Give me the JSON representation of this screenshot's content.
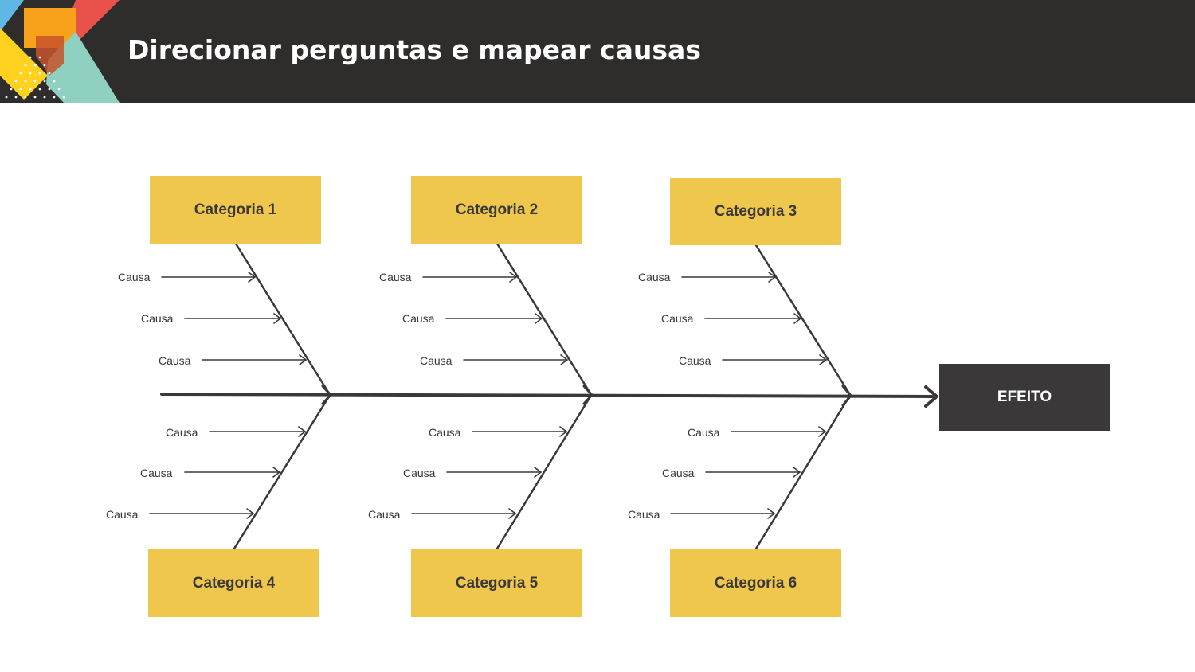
{
  "header": {
    "title": "Direcionar perguntas e mapear causas",
    "bg_color": "#2e2d2c"
  },
  "diagram": {
    "type": "fishbone",
    "accent_color": "#efc74c",
    "line_color": "#3a3838",
    "effect": "EFEITO",
    "categories": [
      {
        "label": "Categoria 1",
        "causes": [
          "Causa",
          "Causa",
          "Causa"
        ]
      },
      {
        "label": "Categoria 2",
        "causes": [
          "Causa",
          "Causa",
          "Causa"
        ]
      },
      {
        "label": "Categoria 3",
        "causes": [
          "Causa",
          "Causa",
          "Causa"
        ]
      },
      {
        "label": "Categoria 4",
        "causes": [
          "Causa",
          "Causa",
          "Causa"
        ]
      },
      {
        "label": "Categoria 5",
        "causes": [
          "Causa",
          "Causa",
          "Causa"
        ]
      },
      {
        "label": "Categoria 6",
        "causes": [
          "Causa",
          "Causa",
          "Causa"
        ]
      }
    ]
  }
}
